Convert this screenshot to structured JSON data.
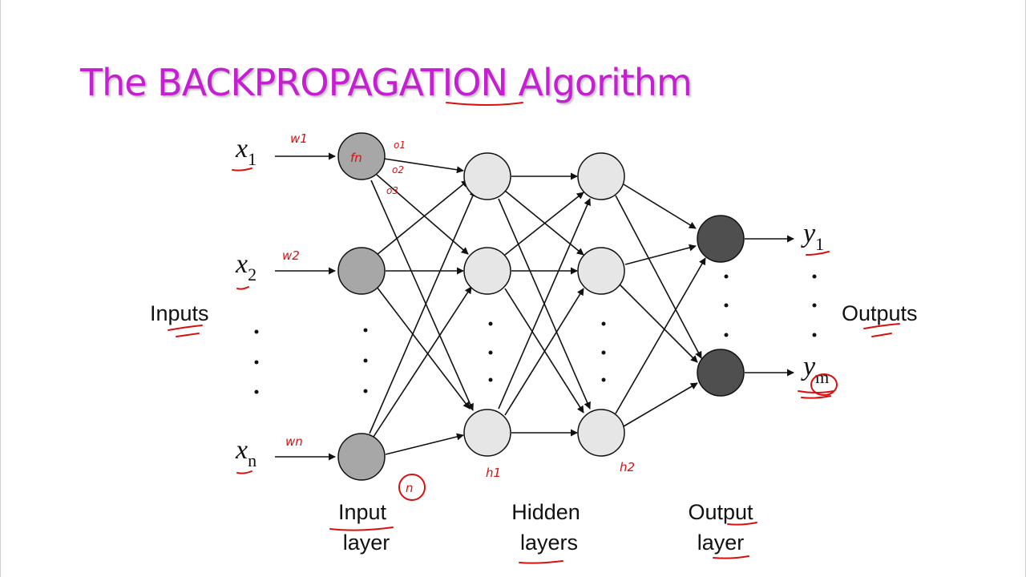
{
  "title": "The BACKPROPAGATION Algorithm",
  "labels": {
    "inputs": "Inputs",
    "outputs": "Outputs",
    "input_layer_line1": "Input",
    "input_layer_line2": "layer",
    "hidden_layers_line1": "Hidden",
    "hidden_layers_line2": "layers",
    "output_layer_line1": "Output",
    "output_layer_line2": "layer"
  },
  "inputs": [
    {
      "var": "x",
      "sub": "1"
    },
    {
      "var": "x",
      "sub": "2"
    },
    {
      "var": "x",
      "sub": "n"
    }
  ],
  "outputs": [
    {
      "var": "y",
      "sub": "1"
    },
    {
      "var": "y",
      "sub": "m"
    }
  ],
  "annotations": {
    "w1": "w1",
    "w2": "w2",
    "wn": "wn",
    "h1": "h1",
    "h2": "h2",
    "fn": "fn",
    "o1": "o1",
    "o2": "o2",
    "o3": "o3",
    "n": "n"
  },
  "colors": {
    "title": "#c41fd0",
    "input_node": "#a7a7a7",
    "hidden_node": "#e6e6e6",
    "output_node": "#4f4f4f",
    "ink": "#d81010"
  }
}
